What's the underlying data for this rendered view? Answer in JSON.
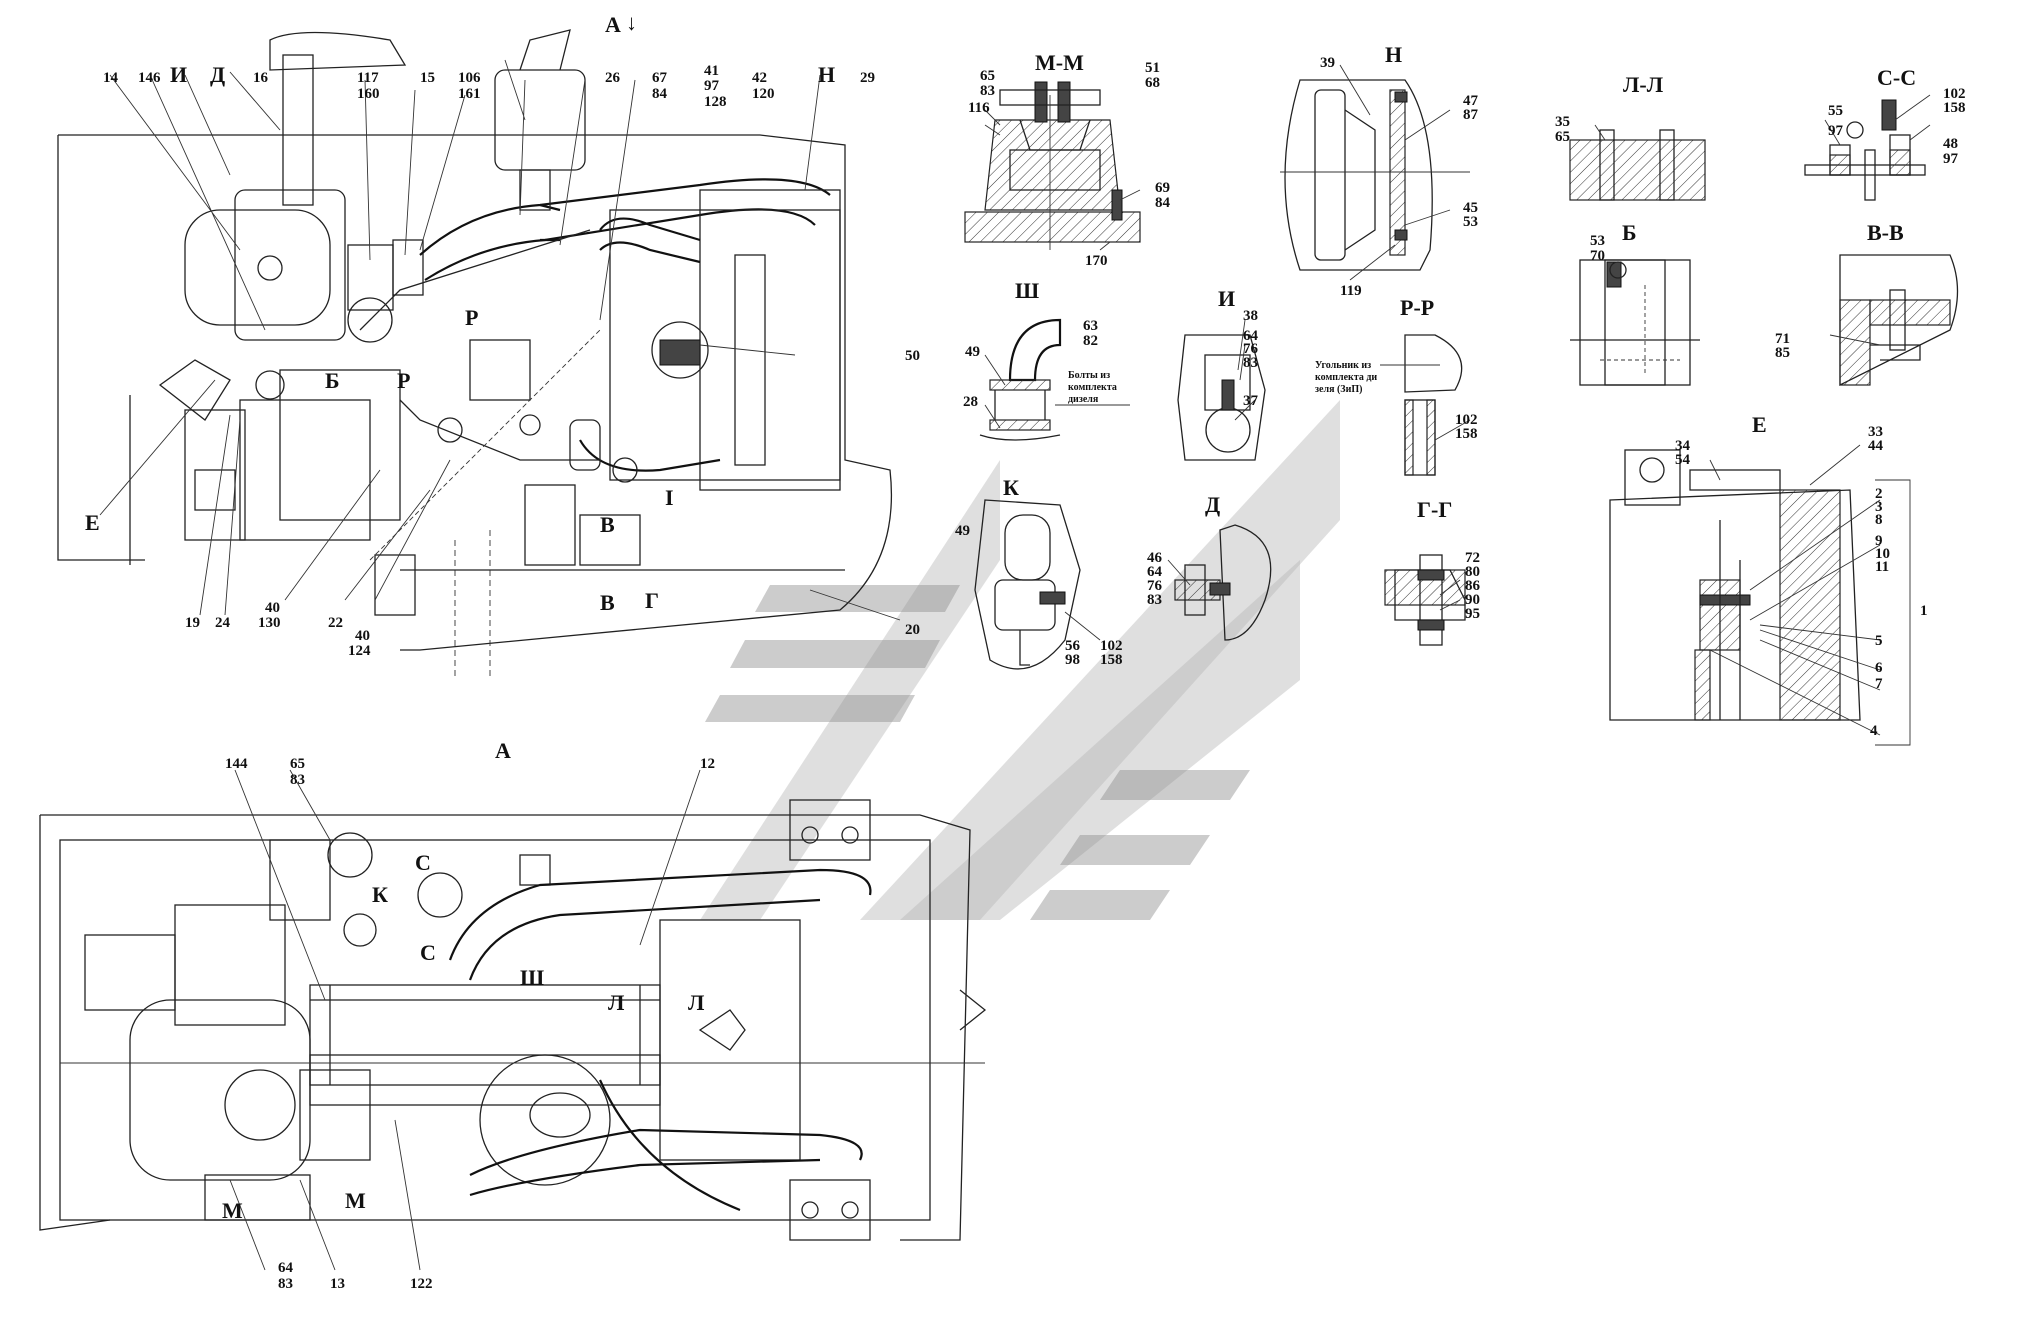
{
  "views": {
    "main_title": "A",
    "plan_title": "A",
    "section_mm": "М-М",
    "section_sh": "Ш",
    "section_i": "И",
    "section_n": "Н",
    "section_pp": "Р-Р",
    "section_ll": "Л-Л",
    "section_cc": "С-С",
    "section_b": "Б",
    "section_vv": "В-В",
    "section_e": "Е",
    "section_k": "К",
    "section_d": "Д",
    "section_gg": "Г-Г"
  },
  "notes": {
    "sh_bolts": [
      "Болты из",
      "комплекта",
      "дизеля"
    ],
    "pp_angle": [
      "Угольник из",
      "комплекта ди",
      "зеля (ЗиП)"
    ]
  },
  "callouts": {
    "main": [
      "14",
      "146",
      "И",
      "Д",
      "16",
      "117",
      "160",
      "15",
      "106",
      "161",
      "26",
      "67",
      "84",
      "41",
      "97",
      "128",
      "42",
      "120",
      "Н",
      "29",
      "Р",
      "Р",
      "Б",
      "50",
      "Е",
      "В",
      "В",
      "Г",
      "I",
      "19",
      "24",
      "40",
      "130",
      "22",
      "40",
      "124",
      "20",
      "А"
    ],
    "plan": [
      "144",
      "65",
      "83",
      "12",
      "К",
      "С",
      "С",
      "Ш",
      "Л",
      "Л",
      "М",
      "М",
      "64",
      "83",
      "13",
      "122"
    ],
    "mm": [
      "65",
      "83",
      "51",
      "68",
      "116",
      "69",
      "84",
      "170"
    ],
    "sh": [
      "63",
      "82",
      "49",
      "28"
    ],
    "i": [
      "38",
      "64",
      "76",
      "83",
      "37"
    ],
    "n": [
      "39",
      "47",
      "87",
      "45",
      "53",
      "119"
    ],
    "pp": [
      "102",
      "158"
    ],
    "ll": [
      "35",
      "65"
    ],
    "cc": [
      "55",
      "97",
      "102",
      "158",
      "48",
      "97"
    ],
    "b": [
      "53",
      "70"
    ],
    "vv": [
      "71",
      "85"
    ],
    "k": [
      "49",
      "56",
      "98",
      "102",
      "158"
    ],
    "d": [
      "46",
      "64",
      "76",
      "83"
    ],
    "gg": [
      "72",
      "80",
      "86",
      "90",
      "95"
    ],
    "e": [
      "33",
      "44",
      "34",
      "54",
      "2",
      "3",
      "8",
      "9",
      "10",
      "11",
      "1",
      "5",
      "6",
      "7",
      "4"
    ]
  },
  "colors": {
    "line": "#222222",
    "watermark_light": "#b9b9b9",
    "watermark_dark": "#8e8e8e"
  }
}
